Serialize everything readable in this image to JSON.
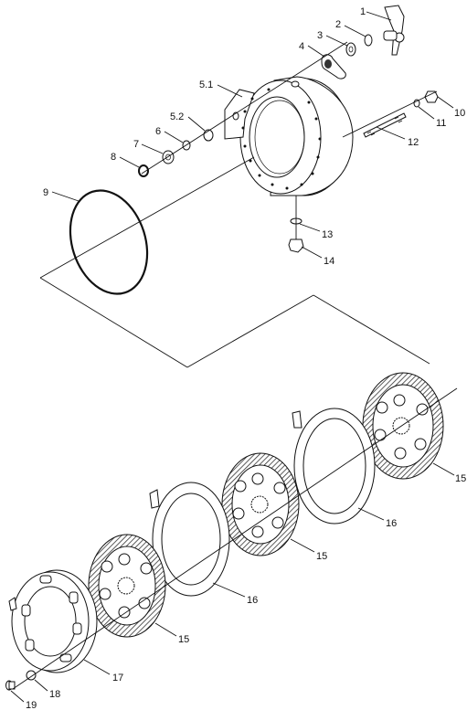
{
  "callouts": [
    {
      "id": "c1",
      "text": "1"
    },
    {
      "id": "c2",
      "text": "2"
    },
    {
      "id": "c3",
      "text": "3"
    },
    {
      "id": "c4",
      "text": "4"
    },
    {
      "id": "c51",
      "text": "5.1"
    },
    {
      "id": "c52",
      "text": "5.2"
    },
    {
      "id": "c6",
      "text": "6"
    },
    {
      "id": "c7",
      "text": "7"
    },
    {
      "id": "c8",
      "text": "8"
    },
    {
      "id": "c9",
      "text": "9"
    },
    {
      "id": "c10",
      "text": "10"
    },
    {
      "id": "c11",
      "text": "11"
    },
    {
      "id": "c12",
      "text": "12"
    },
    {
      "id": "c13",
      "text": "13"
    },
    {
      "id": "c14",
      "text": "14"
    },
    {
      "id": "c15a",
      "text": "15"
    },
    {
      "id": "c15b",
      "text": "15"
    },
    {
      "id": "c15c",
      "text": "15"
    },
    {
      "id": "c16a",
      "text": "16"
    },
    {
      "id": "c16b",
      "text": "16"
    },
    {
      "id": "c17",
      "text": "17"
    },
    {
      "id": "c18",
      "text": "18"
    },
    {
      "id": "c19",
      "text": "19"
    }
  ],
  "colors": {
    "ink": "#111111",
    "paper": "#ffffff",
    "friction": "#555555"
  }
}
